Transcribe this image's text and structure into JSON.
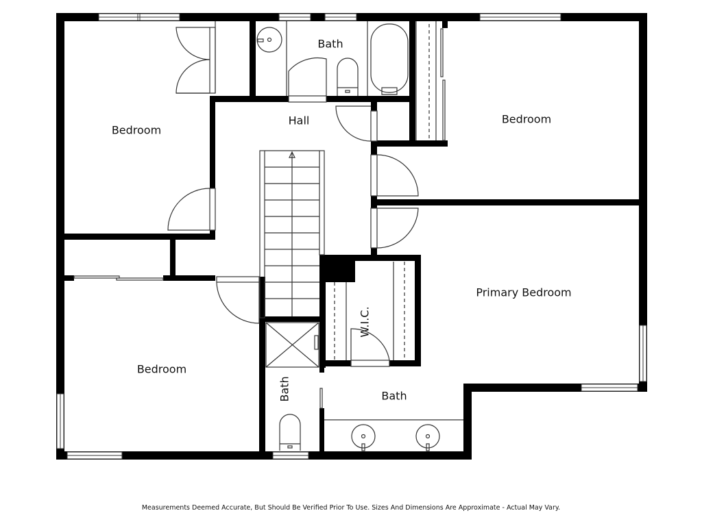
{
  "floorplan": {
    "rooms": [
      {
        "id": "bedroom_nw",
        "label": "Bedroom"
      },
      {
        "id": "bath_top",
        "label": "Bath"
      },
      {
        "id": "hall",
        "label": "Hall"
      },
      {
        "id": "bedroom_ne",
        "label": "Bedroom"
      },
      {
        "id": "primary_bedroom",
        "label": "Primary Bedroom"
      },
      {
        "id": "wic",
        "label": "W.I.C."
      },
      {
        "id": "bedroom_sw",
        "label": "Bedroom"
      },
      {
        "id": "bath_small",
        "label": "Bath"
      },
      {
        "id": "bath_primary",
        "label": "Bath"
      }
    ],
    "colors": {
      "wall": "#000000",
      "fixture": "#333333",
      "background": "#ffffff"
    }
  },
  "footer": {
    "disclaimer": "Measurements Deemed Accurate, But Should Be Verified Prior To Use. Sizes And Dimensions Are Approximate - Actual May Vary."
  }
}
